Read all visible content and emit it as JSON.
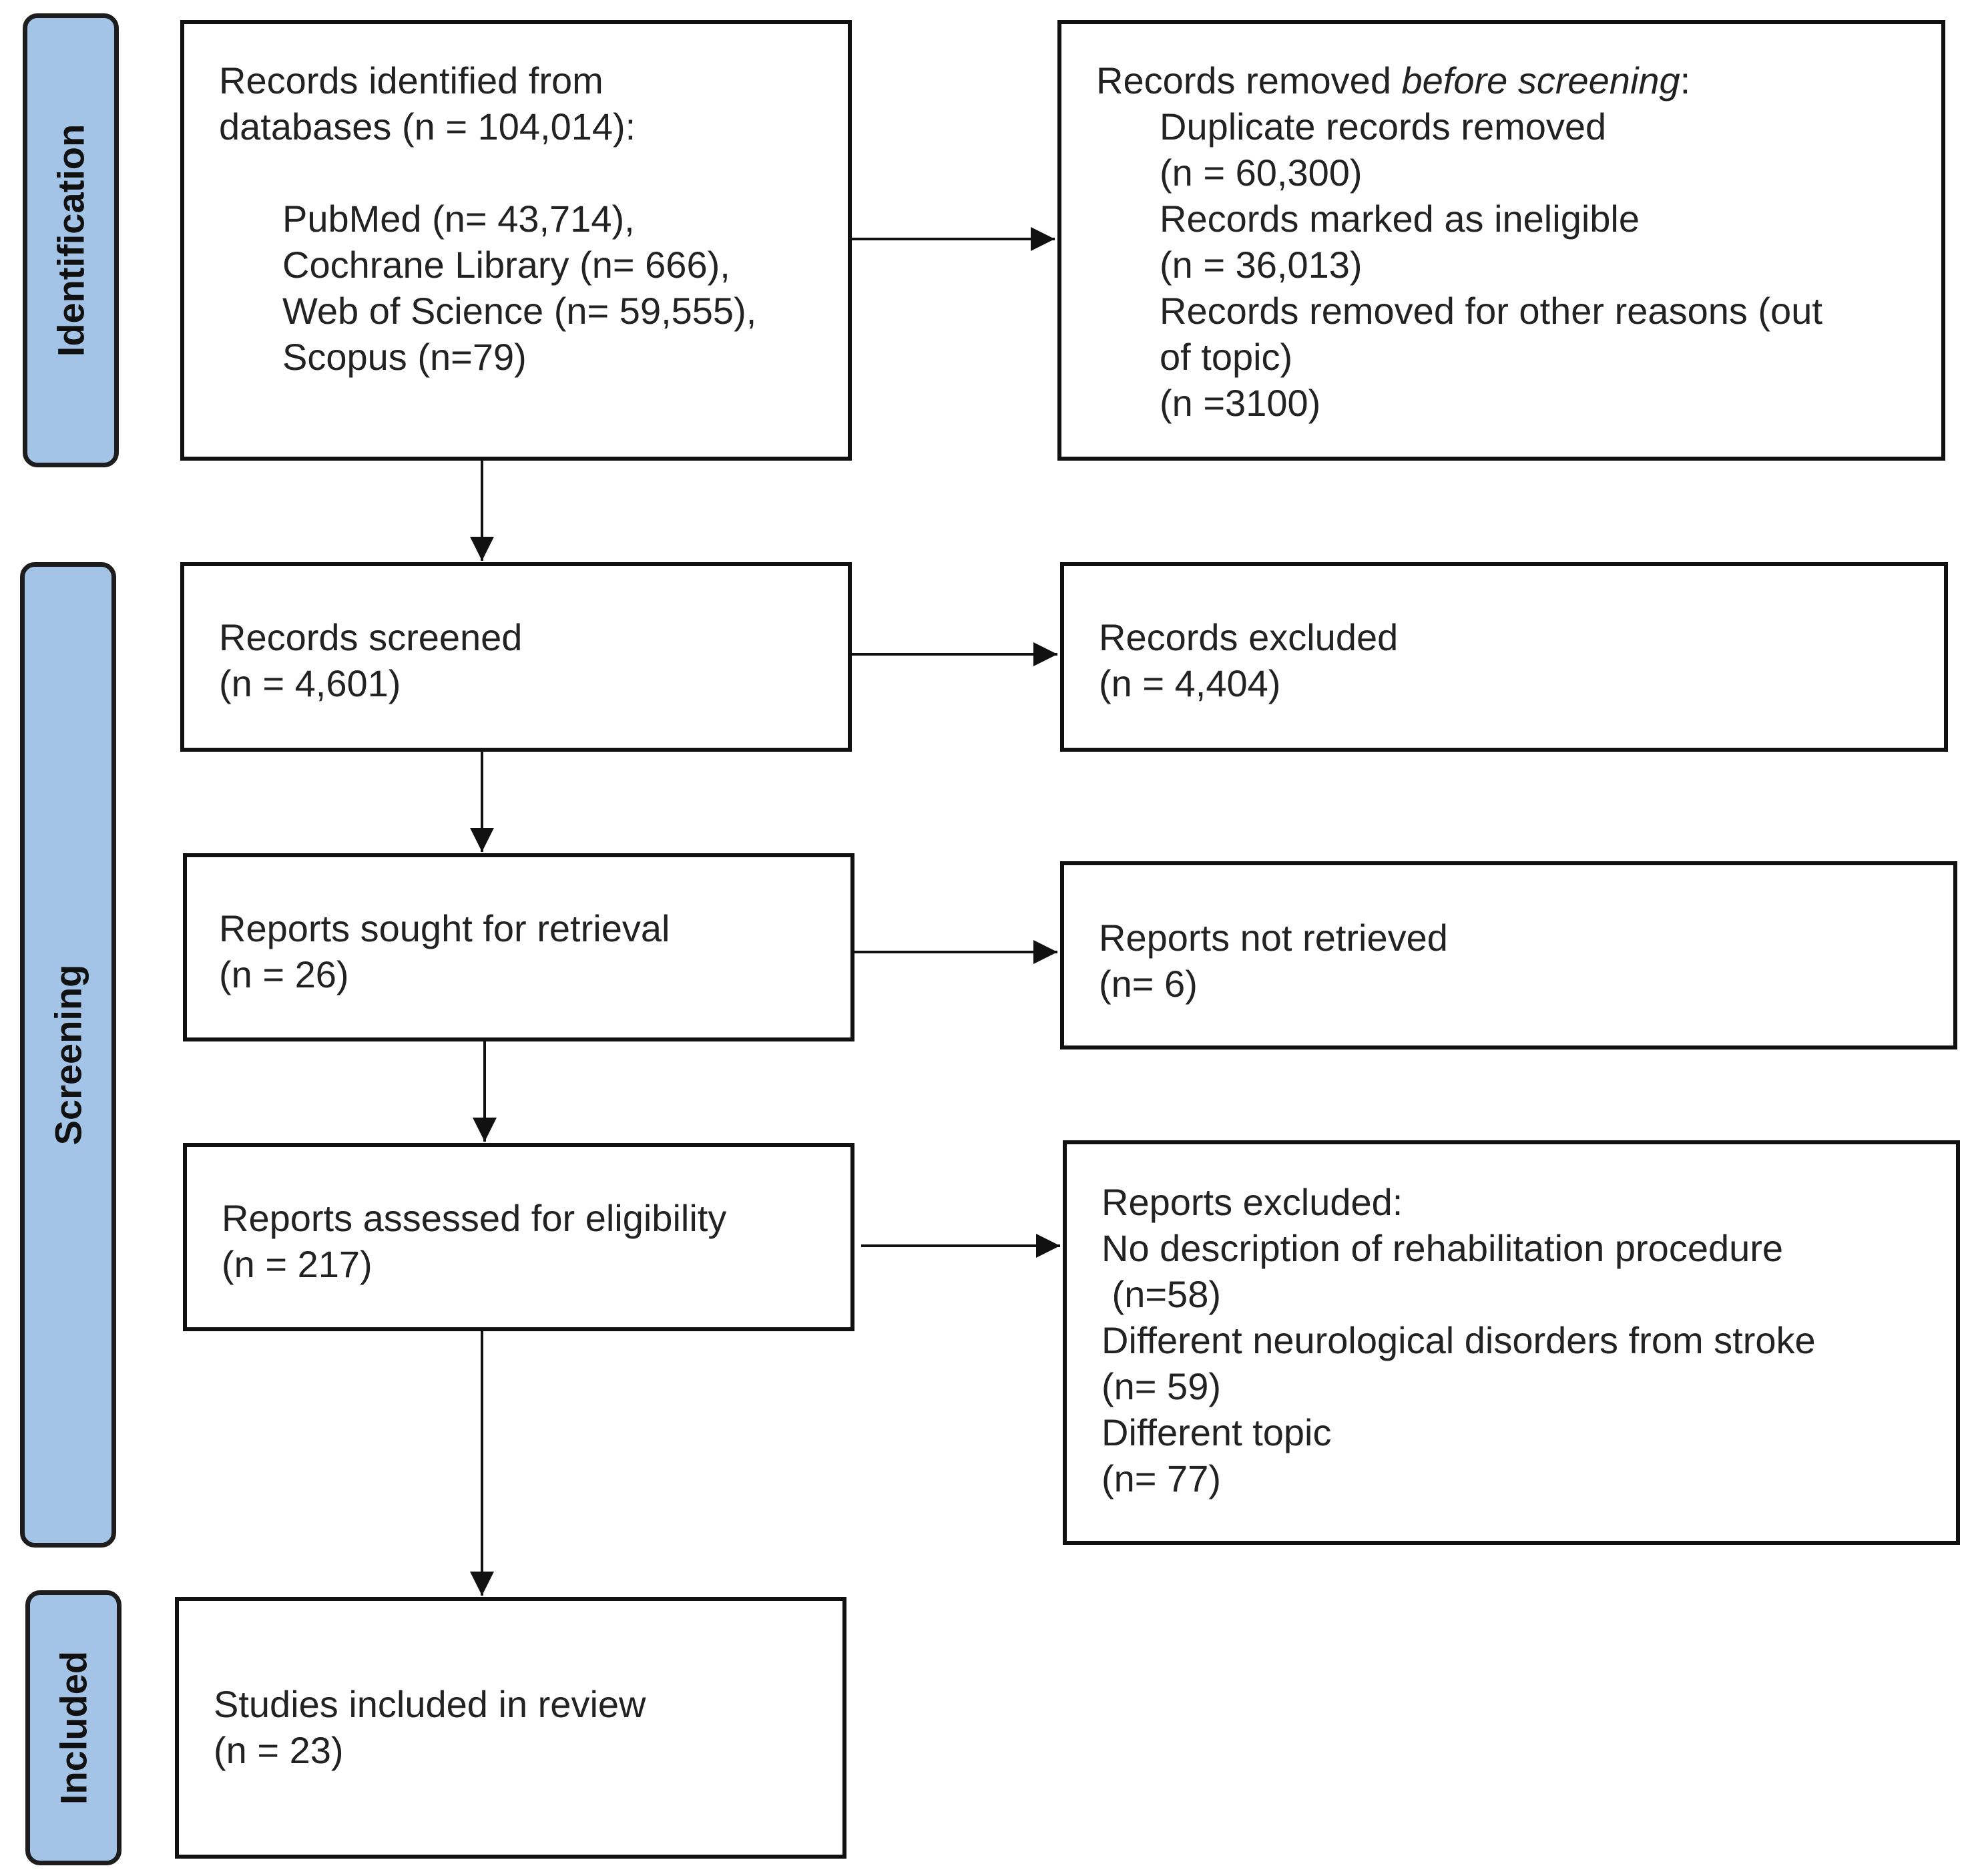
{
  "phases": {
    "identification": "Identification",
    "screening": "Screening",
    "included": "Included"
  },
  "identified": {
    "line1": "Records identified from",
    "line2": "databases (n = 104,014):",
    "sources": [
      "PubMed (n= 43,714),",
      "Cochrane Library (n= 666),",
      "Web of Science (n= 59,555),",
      "Scopus (n=79)"
    ]
  },
  "removed": {
    "heading_prefix": "Records removed ",
    "heading_em": "before screening",
    "heading_suffix": ":",
    "lines": [
      "Duplicate records removed",
      "(n = 60,300)",
      "Records marked as ineligible",
      "(n = 36,013)",
      "Records removed for other reasons (out",
      "of topic)",
      "(n =3100)"
    ]
  },
  "screened": {
    "line1": "Records screened",
    "line2": "(n = 4,601)"
  },
  "records_excluded": {
    "line1": "Records excluded",
    "line2": "(n = 4,404)"
  },
  "sought": {
    "line1": "Reports sought for retrieval",
    "line2": "(n = 26)"
  },
  "not_retrieved": {
    "line1": "Reports not retrieved",
    "line2": "(n= 6)"
  },
  "assessed": {
    "line1": "Reports assessed for eligibility",
    "line2": "(n = 217)"
  },
  "reports_excluded": {
    "lines": [
      "Reports excluded:",
      "No description of rehabilitation procedure",
      " (n=58)",
      "Different neurological disorders from stroke",
      "(n= 59)",
      "Different topic",
      "(n= 77)"
    ]
  },
  "included_box": {
    "line1": "Studies included in review",
    "line2": "(n = 23)"
  }
}
